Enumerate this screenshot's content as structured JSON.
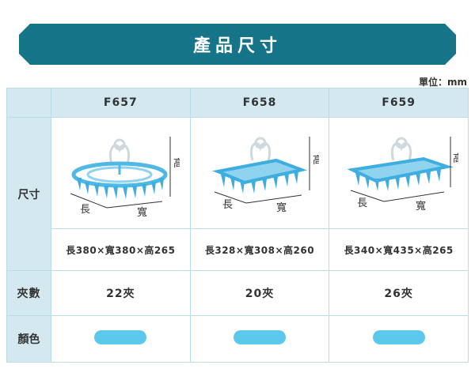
{
  "banner": {
    "title": "產品尺寸"
  },
  "unit_note": "單位：mm",
  "table": {
    "row_labels": {
      "size": "尺寸",
      "clips": "夾數",
      "color": "顏色"
    },
    "dimension_labels": {
      "length": "長",
      "width": "寬",
      "height": "高"
    },
    "products": [
      {
        "model": "F657",
        "dimensions": "長380×寬380×高265",
        "clips": "22夾",
        "color": "#5cc8ec"
      },
      {
        "model": "F658",
        "dimensions": "長328×寬308×高260",
        "clips": "20夾",
        "color": "#5cc8ec"
      },
      {
        "model": "F659",
        "dimensions": "長340×寬435×高265",
        "clips": "26夾",
        "color": "#5cc8ec"
      }
    ]
  }
}
